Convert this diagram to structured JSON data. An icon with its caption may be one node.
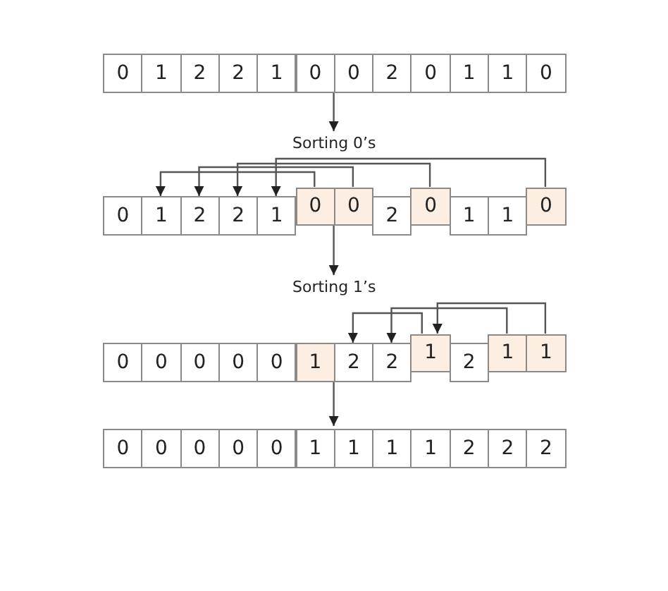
{
  "diagram": {
    "nodes": [
      {
        "text": [
          "0"
        ]
      },
      {
        "text": [
          "1"
        ]
      },
      {
        "text": [
          "2"
        ]
      },
      {
        "text": [
          "2"
        ]
      },
      {
        "text": [
          "1"
        ]
      },
      {
        "text": [
          "0"
        ]
      },
      {
        "text": [
          "0"
        ]
      },
      {
        "text": [
          "2"
        ]
      },
      {
        "text": [
          "0"
        ]
      },
      {
        "text": [
          "1"
        ]
      },
      {
        "text": [
          "1"
        ]
      },
      {
        "text": [
          "0"
        ]
      },
      {
        "text": [
          "Sorting 0’s"
        ]
      },
      {
        "text": [
          "0"
        ]
      },
      {
        "text": [
          "1"
        ]
      },
      {
        "text": [
          "2"
        ]
      },
      {
        "text": [
          "2"
        ]
      },
      {
        "text": [
          "1"
        ]
      },
      {
        "text": [
          "0"
        ]
      },
      {
        "text": [
          "0"
        ]
      },
      {
        "text": [
          "2"
        ]
      },
      {
        "text": [
          "0"
        ]
      },
      {
        "text": [
          "1"
        ]
      },
      {
        "text": [
          "1"
        ]
      },
      {
        "text": [
          "0"
        ]
      },
      {
        "text": [
          "Sorting 1’s"
        ]
      },
      {
        "text": [
          "0"
        ]
      },
      {
        "text": [
          "0"
        ]
      },
      {
        "text": [
          "0"
        ]
      },
      {
        "text": [
          "0"
        ]
      },
      {
        "text": [
          "0"
        ]
      },
      {
        "text": [
          "1"
        ]
      },
      {
        "text": [
          "2"
        ]
      },
      {
        "text": [
          "2"
        ]
      },
      {
        "text": [
          "1"
        ]
      },
      {
        "text": [
          "2"
        ]
      },
      {
        "text": [
          "1"
        ]
      },
      {
        "text": [
          "1"
        ]
      },
      {
        "text": [
          "0"
        ]
      },
      {
        "text": [
          "0"
        ]
      },
      {
        "text": [
          "0"
        ]
      },
      {
        "text": [
          "0"
        ]
      },
      {
        "text": [
          "0"
        ]
      },
      {
        "text": [
          "1"
        ]
      },
      {
        "text": [
          "1"
        ]
      },
      {
        "text": [
          "1"
        ]
      },
      {
        "text": [
          "1"
        ]
      },
      {
        "text": [
          "2"
        ]
      },
      {
        "text": [
          "2"
        ]
      },
      {
        "text": [
          "2"
        ]
      }
    ],
    "edges": [
      {
        "from": 5,
        "to": 12,
        "arrow": "to"
      },
      {
        "from": 18,
        "to": 14,
        "arrow": "to"
      },
      {
        "from": 19,
        "to": 15,
        "arrow": "to"
      },
      {
        "from": 21,
        "to": 16,
        "arrow": "to"
      },
      {
        "from": 24,
        "to": 17,
        "arrow": "to"
      },
      {
        "from": 18,
        "to": 25,
        "arrow": "to"
      },
      {
        "from": 34,
        "to": 32,
        "arrow": "to"
      },
      {
        "from": 36,
        "to": 33,
        "arrow": "to"
      },
      {
        "from": 37,
        "to": 34,
        "arrow": "to"
      },
      {
        "from": 31,
        "to": 43,
        "arrow": "to"
      }
    ]
  }
}
